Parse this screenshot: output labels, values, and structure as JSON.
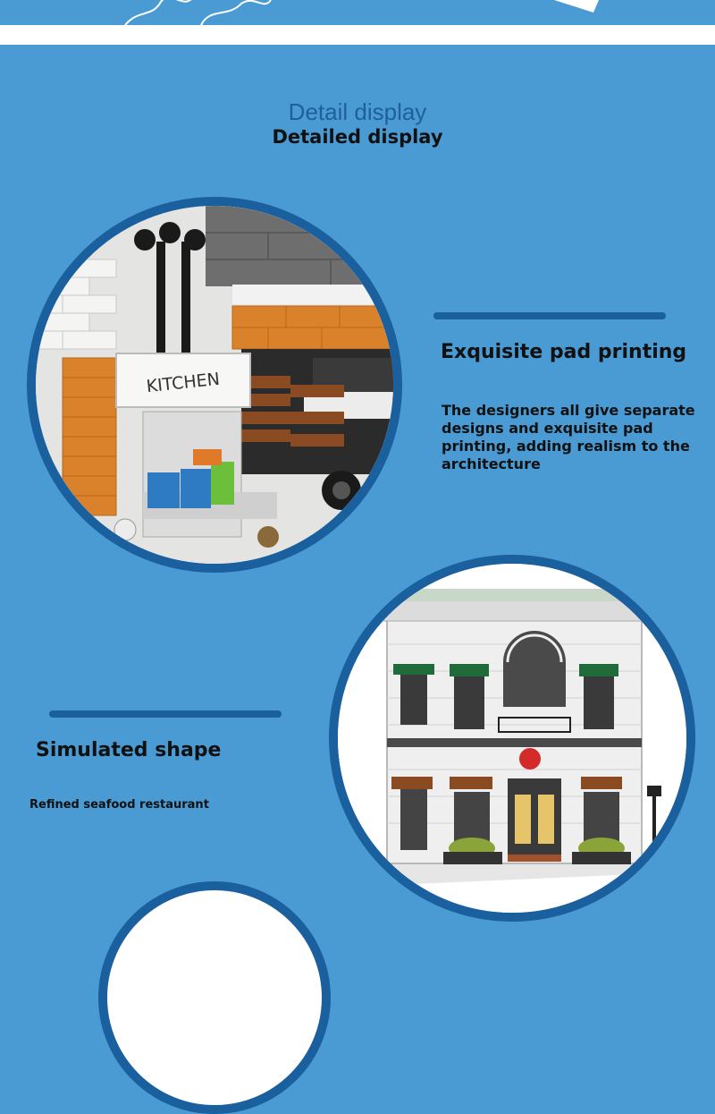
{
  "section": {
    "heading_en": "Detail display",
    "heading_bold": "Detailed display"
  },
  "features": [
    {
      "title": "Exquisite pad printing",
      "description": "The designers all give separate designs and exquisite pad printing, adding realism to the architecture"
    },
    {
      "title": "Simulated shape",
      "description": "Refined seafood restaurant"
    }
  ],
  "kitchen_sign": "KITCHEN",
  "colors": {
    "background": "#4a9bd4",
    "accent": "#1a5f9e",
    "heading": "#1f5f9a",
    "brick": "#d9822b"
  }
}
